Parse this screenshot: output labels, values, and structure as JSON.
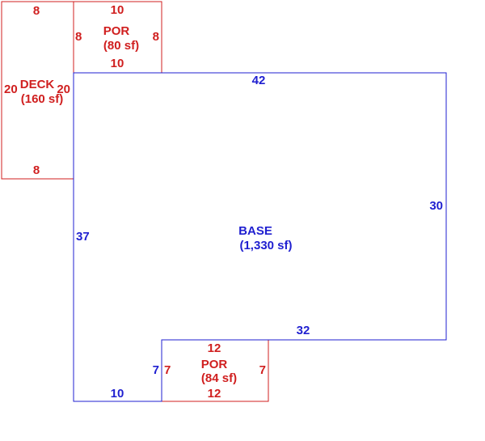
{
  "colors": {
    "base": "#1f1fd0",
    "addon": "#d01f1f",
    "background": "#ffffff"
  },
  "areas": {
    "base": {
      "name": "BASE",
      "area": "(1,330 sf)"
    },
    "deck": {
      "name": "DECK",
      "area": "(160 sf)"
    },
    "porch_top": {
      "name": "POR",
      "area": "(80 sf)"
    },
    "porch_bottom": {
      "name": "POR",
      "area": "(84 sf)"
    }
  },
  "dimensions": {
    "base": {
      "top": "42",
      "right": "30",
      "inner_horizontal": "32",
      "inner_vertical": "7",
      "bottom": "10",
      "left": "37"
    },
    "deck": {
      "top": "8",
      "bottom": "8",
      "left": "20",
      "right": "20"
    },
    "porch_top": {
      "top": "10",
      "bottom": "10",
      "left": "8",
      "right": "8"
    },
    "porch_bottom": {
      "top": "12",
      "bottom": "12",
      "left": "7",
      "right": "7"
    }
  }
}
